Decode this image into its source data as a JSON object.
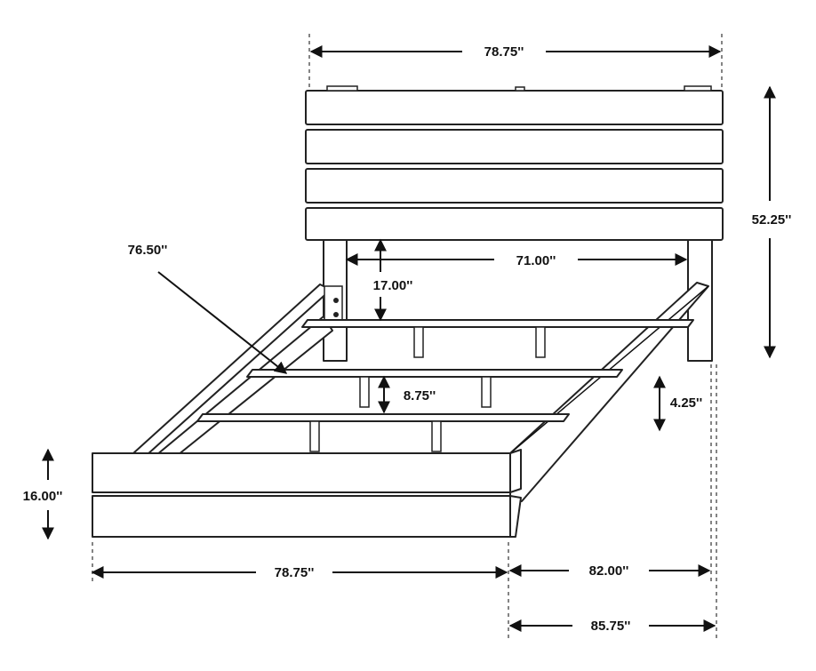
{
  "diagram": {
    "dimensions": {
      "headboard_width": "78.75''",
      "headboard_height": "52.25''",
      "inner_width": "71.00''",
      "diagonal": "76.50''",
      "under_clearance": "17.00''",
      "slat_height": "8.75''",
      "rail_height": "4.25''",
      "footboard_height": "16.00''",
      "footboard_width": "78.75''",
      "length": "82.00''",
      "overall_length": "85.75''"
    },
    "line_color": "#222222"
  }
}
